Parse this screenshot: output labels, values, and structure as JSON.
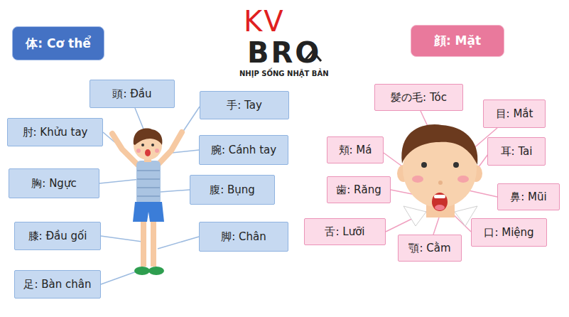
{
  "diagram": {
    "nodes": [
      {
        "text": [
          "体: Cơ thể"
        ]
      },
      {
        "text": [
          "頭: Đầu"
        ]
      },
      {
        "text": [
          "手: Tay"
        ]
      },
      {
        "text": [
          "肘: Khửu tay"
        ]
      },
      {
        "text": [
          "腕: Cánh tay"
        ]
      },
      {
        "text": [
          "胸: Ngực"
        ]
      },
      {
        "text": [
          "腹: Bụng"
        ]
      },
      {
        "text": [
          "膝: Đầu gối"
        ]
      },
      {
        "text": [
          "脚: Chân"
        ]
      },
      {
        "text": [
          "足: Bàn chân"
        ]
      },
      {
        "text": [
          "顔: Mặt"
        ]
      },
      {
        "text": [
          "髪の毛: Tóc"
        ]
      },
      {
        "text": [
          "目: Mắt"
        ]
      },
      {
        "text": [
          "頬: Má"
        ]
      },
      {
        "text": [
          "耳: Tai"
        ]
      },
      {
        "text": [
          "歯: Răng"
        ]
      },
      {
        "text": [
          "鼻: Mũi"
        ]
      },
      {
        "text": [
          "舌: Lưỡi"
        ]
      },
      {
        "text": [
          "口: Miệng"
        ]
      },
      {
        "text": [
          "顎: Cằm"
        ]
      }
    ],
    "edges": [],
    "labels": [
      "KV",
      "BRO",
      "NHỊP SỐNG NHẬT BẢN"
    ]
  }
}
